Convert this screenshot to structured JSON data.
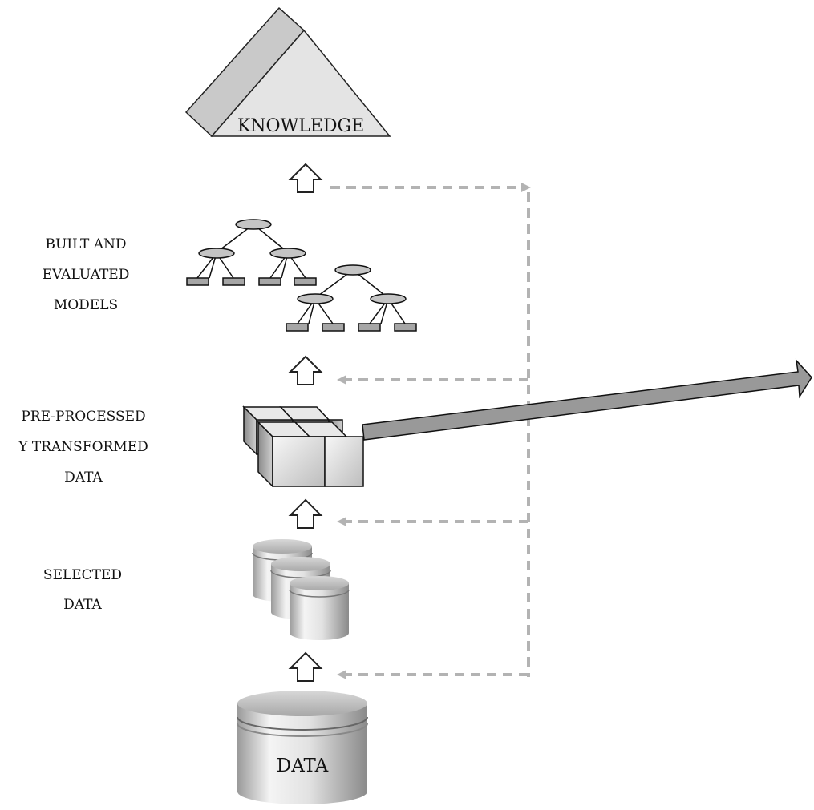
{
  "labels": {
    "knowledge": "KNOWLEDGE",
    "models": [
      "BUILT AND",
      "EVALUATED",
      "MODELS"
    ],
    "preprocessed": [
      "PRE-PROCESSED",
      "Y TRANSFORMED",
      "DATA"
    ],
    "selected": [
      "SELECTED",
      "DATA"
    ],
    "data": "DATA"
  },
  "colors": {
    "feedback_dash": "#b3b3b3",
    "output_arrow": "#999999",
    "pyramid": "#c9c9c9",
    "node": "#c4c4c4"
  }
}
